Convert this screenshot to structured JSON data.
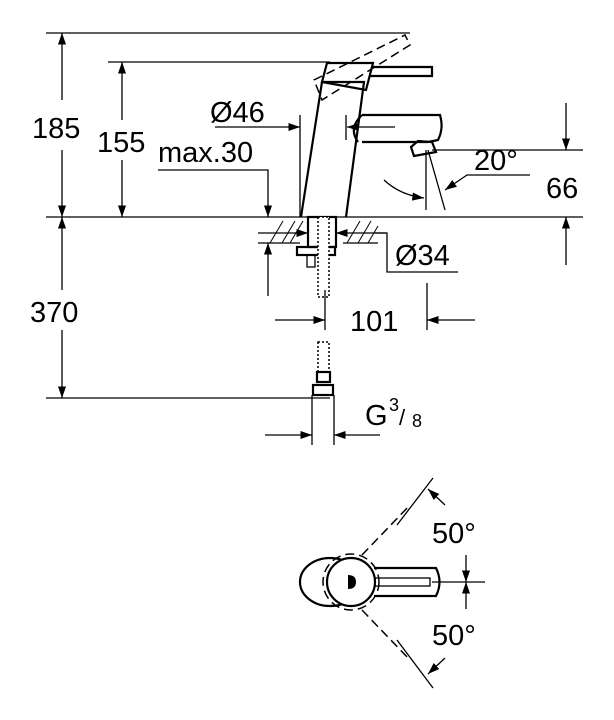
{
  "drawing": {
    "dimensions": {
      "total_height": "185",
      "lever_height": "155",
      "body_diameter": "Ø46",
      "max_deck_thickness": "max.30",
      "spout_angle": "20°",
      "spout_height": "66",
      "hole_diameter": "Ø34",
      "below_deck": "370",
      "projection": "101",
      "connection_g": "G",
      "connection_num": "3",
      "connection_den": "8"
    },
    "top_view": {
      "angle_upper": "50°",
      "angle_lower": "50°"
    }
  }
}
